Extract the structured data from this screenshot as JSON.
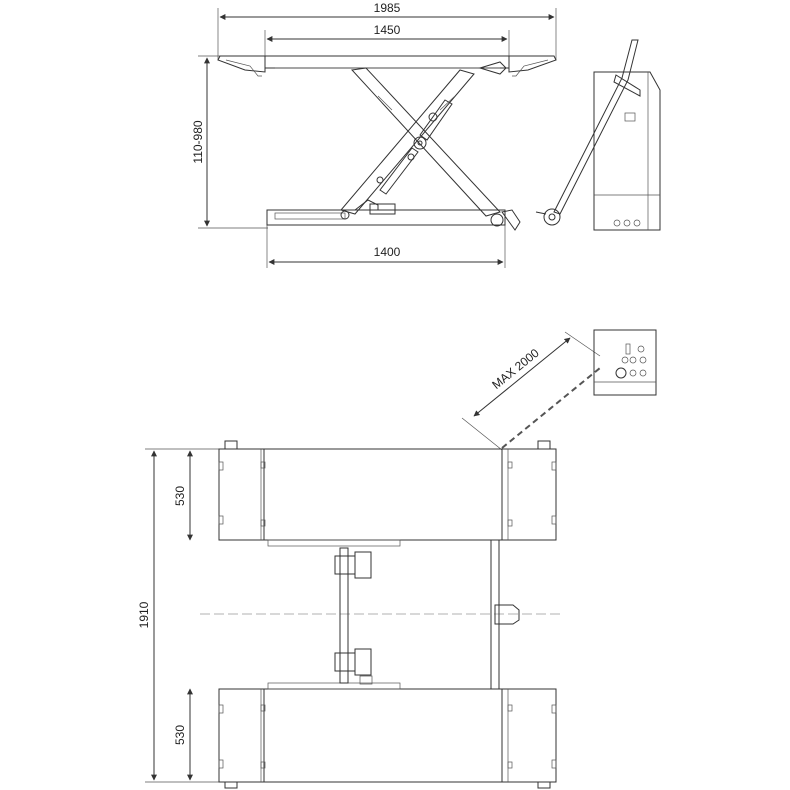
{
  "dimensions": {
    "overall_length": "1985",
    "platform_length": "1450",
    "height_range": "110-980",
    "base_length": "1400",
    "max_reach": "MAX 2000",
    "platform_width_top": "530",
    "overall_width": "1910",
    "platform_width_bottom": "530"
  }
}
